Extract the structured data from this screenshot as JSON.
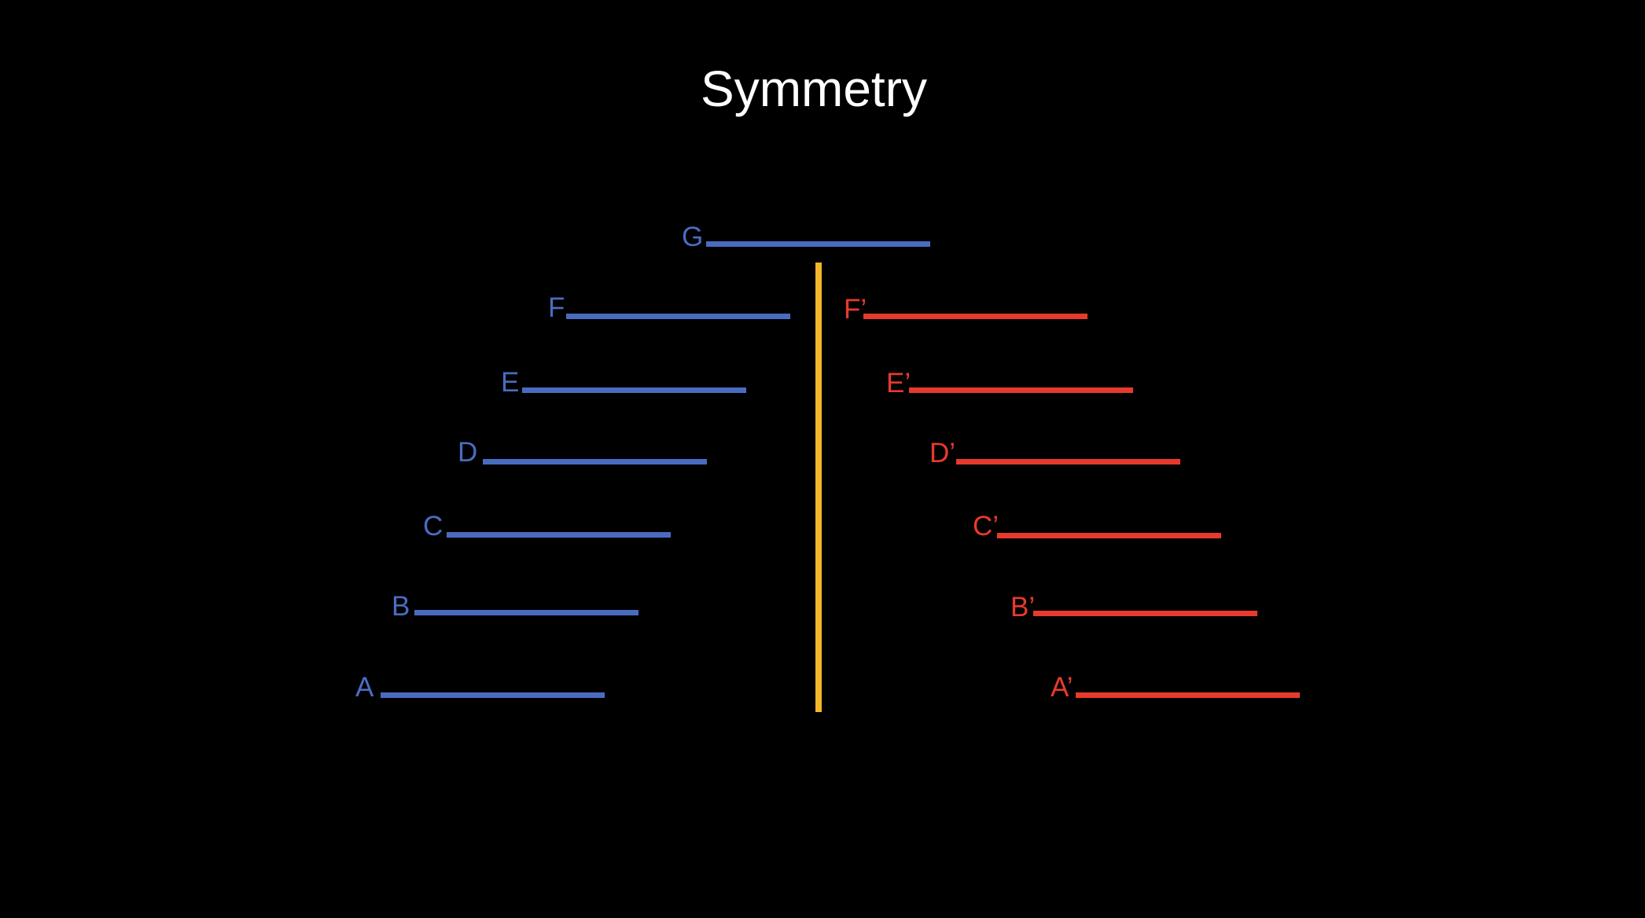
{
  "title": "Symmetry",
  "colors": {
    "background": "#000000",
    "title": "#ffffff",
    "original": "#4a6cc0",
    "reflected": "#e73a2d",
    "axis": "#f3b62b"
  },
  "original_segments": [
    {
      "label": "G"
    },
    {
      "label": "F"
    },
    {
      "label": "E"
    },
    {
      "label": "D"
    },
    {
      "label": "C"
    },
    {
      "label": "B"
    },
    {
      "label": "A"
    }
  ],
  "reflected_segments": [
    {
      "label": "F’"
    },
    {
      "label": "E’"
    },
    {
      "label": "D’"
    },
    {
      "label": "C’"
    },
    {
      "label": "B’"
    },
    {
      "label": "A’"
    }
  ]
}
